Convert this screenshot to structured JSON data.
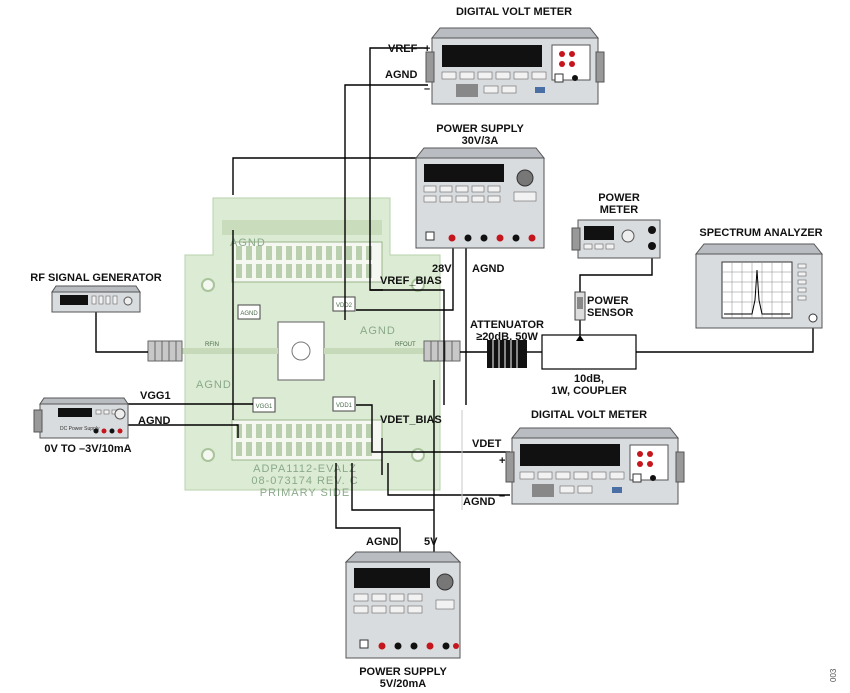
{
  "instruments": {
    "dvm_top": {
      "title": "DIGITAL VOLT METER",
      "plus": "+",
      "minus": "–"
    },
    "power_supply_28v": {
      "title_line1": "POWER SUPPLY",
      "title_line2": "30V/3A"
    },
    "power_meter": {
      "title_line1": "POWER",
      "title_line2": "METER"
    },
    "spectrum_analyzer": {
      "title": "SPECTRUM ANALYZER"
    },
    "rf_signal_generator": {
      "title": "RF SIGNAL GENERATOR"
    },
    "vgg_supply": {
      "range": "0V TO –3V/10mA",
      "brand": "DC Power Supply"
    },
    "dvm_bottom": {
      "title": "DIGITAL VOLT METER",
      "plus": "+",
      "minus": "–"
    },
    "power_supply_5v": {
      "title_line1": "POWER SUPPLY",
      "title_line2": "5V/20mA"
    }
  },
  "components": {
    "power_sensor": {
      "line1": "POWER",
      "line2": "SENSOR"
    },
    "attenuator": {
      "line1": "ATTENUATOR",
      "line2": "≥20dB, 50W"
    },
    "coupler": {
      "line1": "10dB,",
      "line2": "1W, COUPLER"
    }
  },
  "signals": {
    "vref": "VREF",
    "agnd_top": "AGND",
    "v28": "28V",
    "agnd_ps": "AGND",
    "vref_bias": "VREF_BIAS",
    "vgg1": "VGG1",
    "agnd_vgg": "AGND",
    "vdet_bias": "VDET_BIAS",
    "vdet": "VDET",
    "agnd_dvm": "AGND",
    "agnd_5v": "AGND",
    "v5": "5V"
  },
  "board": {
    "name_line1": "ADPA1112-EVALZ",
    "name_line2": "08-073174 REV. C",
    "name_line3": "PRIMARY SIDE",
    "agnd_watermark": "AGND",
    "pad_agnd": "AGND",
    "pad_vdd2": "VDD2",
    "pad_vgg1": "VGG1",
    "pad_vdd1": "VDD1",
    "rfin": "RFIN",
    "rfout": "RFOUT"
  },
  "figure_number": "003"
}
